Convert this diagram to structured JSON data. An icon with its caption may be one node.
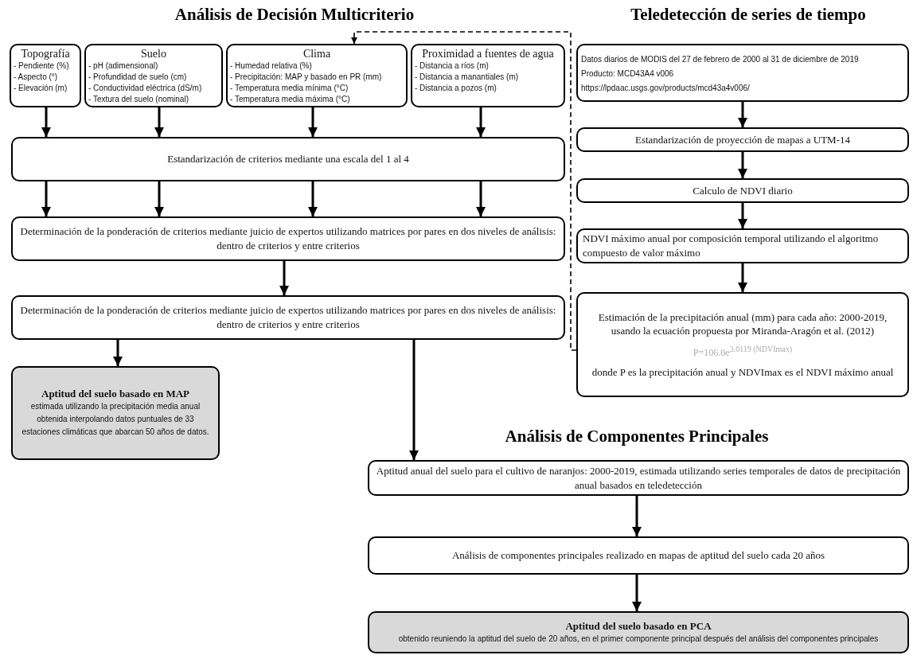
{
  "diagram": {
    "nodes": [
      {
        "text": [
          "Topografía",
          "- Pendiente (%)",
          "- Aspecto (°)",
          "- Elevación (m)"
        ]
      },
      {
        "text": [
          "Suelo",
          "- pH (adimensional)",
          "- Profundidad de suelo (cm)",
          "- Conductividad eléctrica (dS/m)",
          "- Textura del suelo (nominal)"
        ]
      },
      {
        "text": [
          "Clima",
          "- Humedad relativa (%)",
          "- Precipitación: MAP y basado en PR (mm)",
          "- Temperatura media mínima (°C)",
          "- Temperatura media máxima (°C)"
        ]
      },
      {
        "text": [
          "Proximidad a fuentes de agua",
          "- Distancia a ríos (m)",
          "- Distancia a manantiales (m)",
          "- Distancia a pozos (m)"
        ]
      },
      {
        "text": [
          "Estandarización de criterios mediante una escala del 1 al 4"
        ]
      },
      {
        "text": [
          "Determinación de la ponderación de criterios mediante juicio de expertos utilizando matrices por pares en dos niveles de análisis: dentro de criterios y entre criterios"
        ]
      },
      {
        "text": [
          "Determinación de la ponderación de criterios mediante juicio de expertos utilizando matrices por pares en dos niveles de análisis: dentro de criterios y entre criterios"
        ]
      },
      {
        "text": [
          "Aptitud del suelo basado en MAP",
          "estimada utilizando la precipitación media anual obtenida interpolando datos puntuales de 33 estaciones climáticas que abarcan 50 años de datos."
        ]
      },
      {
        "text": [
          "Datos diarios de MODIS del 27 de febrero de 2000 al 31 de diciembre de 2019",
          "Producto: MCD43A4 v006",
          "https://lpdaac.usgs.gov/products/mcd43a4v006/"
        ]
      },
      {
        "text": [
          "Estandarización de proyección de mapas a UTM-14"
        ]
      },
      {
        "text": [
          "Calculo de NDVI diario"
        ]
      },
      {
        "text": [
          "NDVI máximo anual por composición temporal utilizando el algoritmo compuesto de valor máximo"
        ]
      },
      {
        "text": [
          "Estimación de la precipitación anual (mm) para cada año: 2000-2019, usando la ecuación propuesta  por Miranda-Aragón et al. (2012)",
          "P=106.0e$^{3.0119 (NDVImax)}$",
          "donde P es la precipitación anual y NDVImax es el NDVI máximo anual"
        ]
      },
      {
        "text": [
          "Aptitud anual del suelo para el cultivo de naranjos: 2000-2019, estimada utilizando series temporales de datos de precipitación anual basados en teledetección"
        ]
      },
      {
        "text": [
          "Análisis de componentes principales realizado en mapas de aptitud del suelo cada 20 años"
        ]
      },
      {
        "text": [
          "Aptitud del suelo basado en PCA",
          "obtenido reuniendo la aptitud del suelo de 20 años, en el primer componente principal después del análisis del componentes principales"
        ]
      }
    ],
    "edges": [
      {
        "from": 0,
        "to": 4,
        "arrow": "to"
      },
      {
        "from": 1,
        "to": 4,
        "arrow": "to"
      },
      {
        "from": 2,
        "to": 4,
        "arrow": "to"
      },
      {
        "from": 3,
        "to": 4,
        "arrow": "to"
      },
      {
        "from": 4,
        "to": 5,
        "arrow": "to"
      },
      {
        "from": 4,
        "to": 5,
        "arrow": "to"
      },
      {
        "from": 4,
        "to": 5,
        "arrow": "to"
      },
      {
        "from": 4,
        "to": 5,
        "arrow": "to"
      },
      {
        "from": 5,
        "to": 6,
        "arrow": "to"
      },
      {
        "from": 6,
        "to": 7,
        "arrow": "to"
      },
      {
        "from": 6,
        "to": 13,
        "arrow": "to"
      },
      {
        "from": 8,
        "to": 9,
        "arrow": "to"
      },
      {
        "from": 9,
        "to": 10,
        "arrow": "to"
      },
      {
        "from": 10,
        "to": 11,
        "arrow": "to"
      },
      {
        "from": 11,
        "to": 12,
        "arrow": "to"
      },
      {
        "from": 12,
        "to": 2,
        "arrow": "to",
        "style": "dashed"
      },
      {
        "from": 13,
        "to": 14,
        "arrow": "to"
      },
      {
        "from": 14,
        "to": 15,
        "arrow": "to"
      }
    ],
    "labels": [
      "Análisis de Decisión Multicriterio",
      "Teledetección de series de tiempo",
      "Análisis de Componentes Principales"
    ]
  }
}
